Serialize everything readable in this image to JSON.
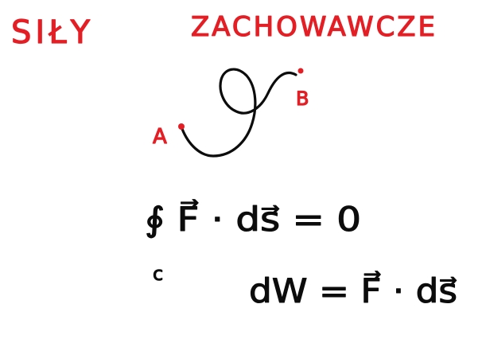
{
  "header": {
    "left_word": "SIŁY",
    "right_word": "ZACHOWAWCZE"
  },
  "path_diagram": {
    "start_label": "A",
    "end_label": "B"
  },
  "equations": {
    "closed_integral": "∮ F⃗ · ds⃗ = 0",
    "contour_label": "c",
    "work_element": "dW = F⃗ · ds⃗"
  },
  "colors": {
    "ink_red": "#e31e24",
    "ink_black": "#0c0c0c",
    "background": "#ffffff"
  }
}
